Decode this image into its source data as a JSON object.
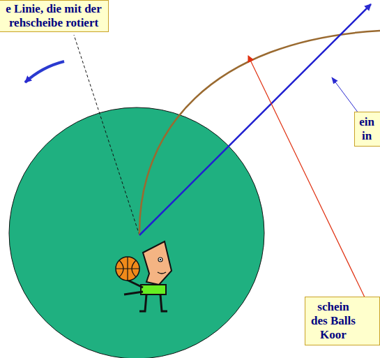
{
  "diagram": {
    "nodes": [
      {
        "text": [
          "e Linie, die mit der rehscheibe rotiert"
        ]
      },
      {
        "text": [
          "ein in"
        ]
      },
      {
        "text": [
          "schein des Balls Koor"
        ]
      }
    ]
  }
}
